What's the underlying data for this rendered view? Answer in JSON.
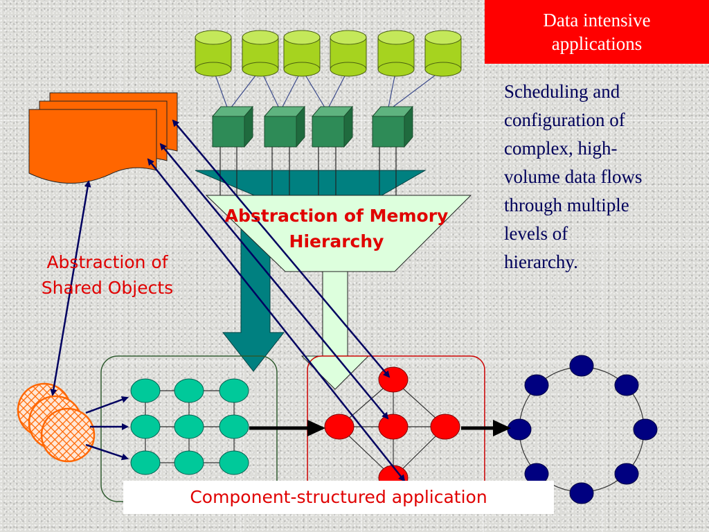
{
  "title": {
    "line1": "Data intensive",
    "line2": "applications"
  },
  "description": [
    "Scheduling and",
    "configuration of",
    "complex, high-",
    "volume data flows",
    "through multiple",
    "levels of",
    "hierarchy."
  ],
  "labels": {
    "shared_objects": [
      "Abstraction of",
      "Shared Objects"
    ],
    "memory_hierarchy": [
      "Abstraction of Memory",
      "Hierarchy"
    ],
    "component_app": "Component-structured application"
  },
  "colors": {
    "title_bg": "#ff0000",
    "label_red": "#e00000",
    "storage_green": "#a6d31f",
    "node_green": "#2e8b57",
    "funnel_teal": "#008080",
    "funnel_light": "#ddffdd",
    "grid_node": "#00c99a",
    "graph_red": "#ff0000",
    "ring_navy": "#000080",
    "arrow_navy": "#000060",
    "document_orange": "#ff6600"
  }
}
